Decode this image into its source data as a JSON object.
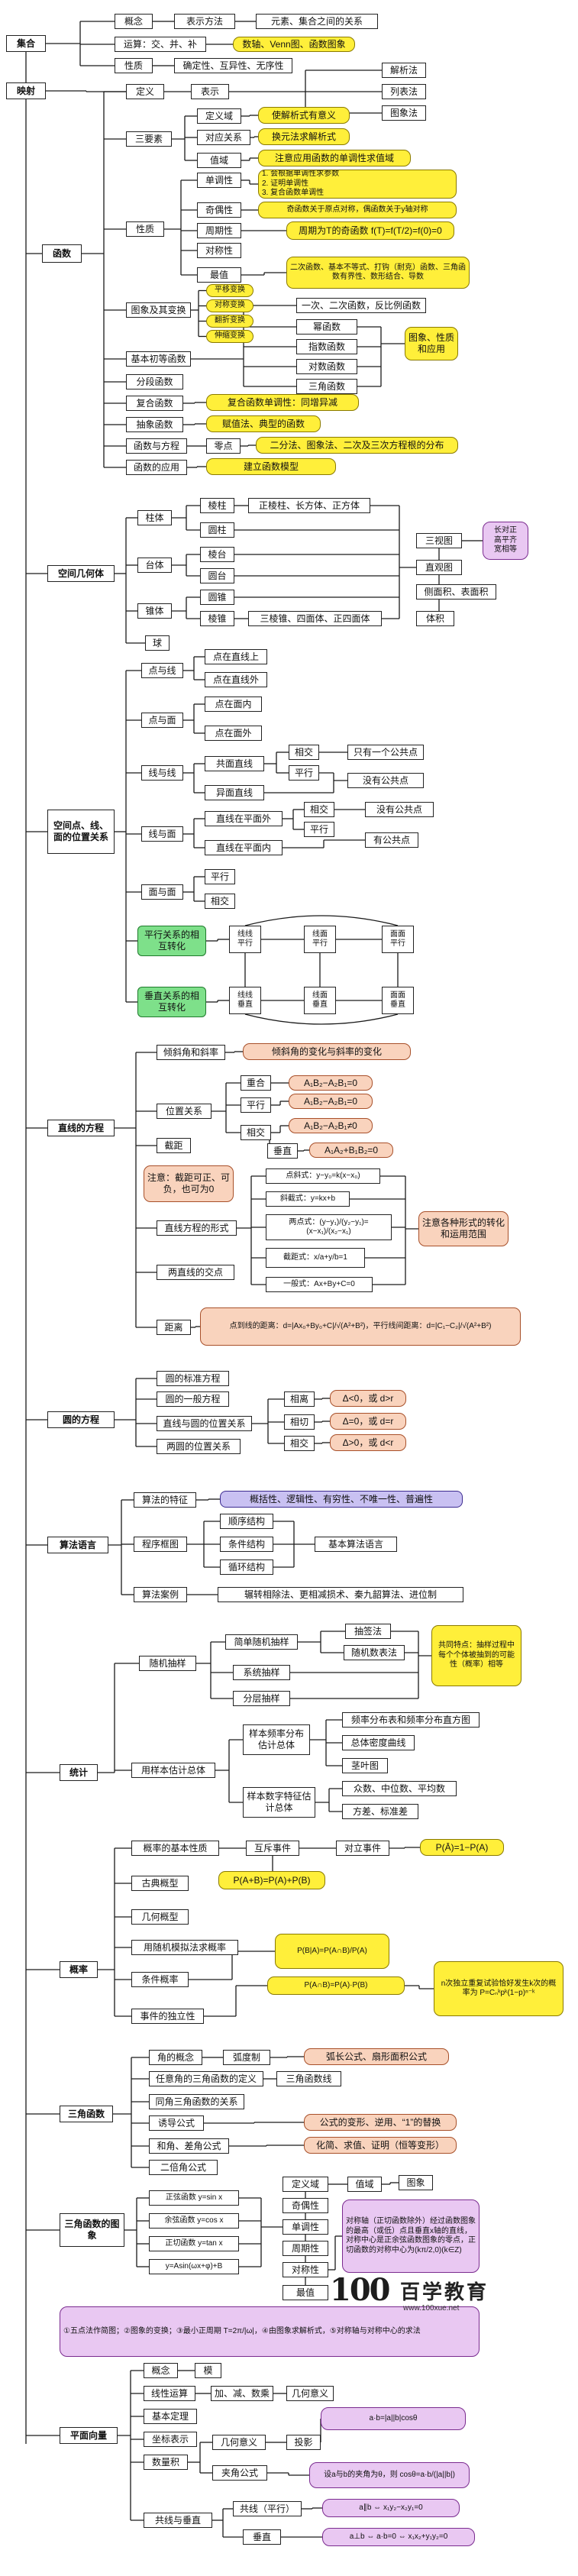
{
  "colors": {
    "yellow": "#ffef3a",
    "orange": "#f9d3bd",
    "pink": "#e9c8f2",
    "purple": "#c9c1f2",
    "green": "#7ee08a"
  },
  "logo": {
    "mark": "100",
    "brand": "百学教育",
    "url": "www.100xue.net"
  },
  "nodes": {
    "set": "集合",
    "set_concept": "概念",
    "set_repr": "表示方法",
    "set_repr_d": "元素、集合之间的关系",
    "set_ops": "运算：交、并、补",
    "set_ops_d": "数轴、Venn图、函数图象",
    "set_prop": "性质",
    "set_prop_d": "确定性、互异性、无序性",
    "mapping": "映射",
    "func": "函数",
    "f_def": "定义",
    "f_repr": "表示",
    "f_repr1": "解析法",
    "f_repr2": "列表法",
    "f_repr3": "图象法",
    "f_three": "三要素",
    "f_domain": "定义域",
    "f_domain_d": "使解析式有意义",
    "f_rule": "对应关系",
    "f_rule_d": "换元法求解析式",
    "f_range": "值域",
    "f_range_d": "注意应用函数的单调性求值域",
    "f_prop": "性质",
    "f_mono": "单调性",
    "f_mono_d": "1. 会根据单调性求参数\n2. 证明单调性\n3. 复合函数单调性",
    "f_parity": "奇偶性",
    "f_parity_d": "奇函数关于原点对称，偶函数关于y轴对称",
    "f_period": "周期性",
    "f_period_d": "周期为T的奇函数 f(T)=f(T/2)=f(0)=0",
    "f_sym": "对称性",
    "f_extreme": "最值",
    "f_extreme_d": "二次函数、基本不等式、打钩（耐克）函数、三角函数有界性、数形结合、导数",
    "f_graph": "图象及其变换",
    "f_g1": "平移变换",
    "f_g2": "对称变换",
    "f_g3": "翻折变换",
    "f_g4": "伸缩变换",
    "f_basic": "基本初等函数",
    "f_b0": "一次、二次函数，反比例函数",
    "f_b1": "幂函数",
    "f_b2": "指数函数",
    "f_b3": "对数函数",
    "f_b4": "三角函数",
    "f_b_d": "图象、性质和应用",
    "f_piece": "分段函数",
    "f_comp": "复合函数",
    "f_comp_d": "复合函数单调性：同增异减",
    "f_abs": "抽象函数",
    "f_abs_d": "赋值法、典型的函数",
    "f_eq": "函数与方程",
    "f_zero": "零点",
    "f_zero_d": "二分法、图象法、二次及三次方程根的分布",
    "f_app": "函数的应用",
    "f_app_d": "建立函数模型",
    "geo": "空间几何体",
    "g_prism": "柱体",
    "g_prism_d": "棱柱",
    "g_prism_d2": "正棱柱、长方体、正方体",
    "g_cyl": "圆柱",
    "g_frust": "台体",
    "g_frust1": "棱台",
    "g_frust2": "圆台",
    "g_pyr": "锥体",
    "g_cone": "圆锥",
    "g_pyr2": "棱锥",
    "g_pyr2_d": "三棱锥、四面体、正四面体",
    "g_sphere": "球",
    "g_three": "三视图",
    "g_three_d": "长对正\n高平齐\n宽相等",
    "g_direct": "直观图",
    "g_lat": "侧面积、表面积",
    "g_vol": "体积",
    "sp": "空间点、线、面的位置关系",
    "sp_pl": "点与线",
    "sp_pl1": "点在直线上",
    "sp_pl2": "点在直线外",
    "sp_pp": "点与面",
    "sp_pp1": "点在面内",
    "sp_pp2": "点在面外",
    "sp_ll": "线与线",
    "sp_ll1": "共面直线",
    "sp_ll1a": "相交",
    "sp_ll1a_d": "只有一个公共点",
    "sp_ll1b": "平行",
    "sp_ll1b_d": "没有公共点",
    "sp_ll2": "异面直线",
    "sp_lp": "线与面",
    "sp_lp1": "直线在平面外",
    "sp_lp1a": "相交",
    "sp_lp1a_d": "没有公共点",
    "sp_lp1b": "平行",
    "sp_lp2": "直线在平面内",
    "sp_lp2_d": "有公共点",
    "sp_ff": "面与面",
    "sp_ff1": "平行",
    "sp_ff2": "相交",
    "sp_par": "平行关系的相互转化",
    "sp_par1": "线线\n平行",
    "sp_par2": "线面\n平行",
    "sp_par3": "面面\n平行",
    "sp_perp": "垂直关系的相互转化",
    "sp_perp1": "线线\n垂直",
    "sp_perp2": "线面\n垂直",
    "sp_perp3": "面面\n垂直",
    "line": "直线的方程",
    "ln_ang": "倾斜角和斜率",
    "ln_ang_d": "倾斜角的变化与斜率的变化",
    "ln_pos": "位置关系",
    "ln_pos1": "重合",
    "ln_pos1_d": "A₁B₂−A₂B₁=0",
    "ln_pos2": "平行",
    "ln_pos2_d": "A₁B₂−A₂B₁=0",
    "ln_pos3": "相交",
    "ln_pos3_d": "A₁B₂−A₂B₁≠0",
    "ln_pos4": "垂直",
    "ln_pos4_d": "A₁A₂+B₁B₂=0",
    "ln_int": "截距",
    "ln_int_d": "注意：截距可正、可负，也可为0",
    "ln_form": "直线方程的形式",
    "ln_f1": "点斜式：y−y₀=k(x−x₀)",
    "ln_f2": "斜截式：y=kx+b",
    "ln_f3": "两点式：(y−y₁)/(y₂−y₁)=(x−x₁)/(x₂−x₁)",
    "ln_f4": "截距式：x/a+y/b=1",
    "ln_f5": "一般式：Ax+By+C=0",
    "ln_f_d": "注意各种形式的转化和运用范围",
    "ln_inter": "两直线的交点",
    "ln_dist": "距离",
    "ln_dist_d": "点到线的距离：d=|Ax₀+By₀+C|/√(A²+B²)，平行线间距离：d=|C₁−C₂|/√(A²+B²)",
    "circ": "圆的方程",
    "c_std": "圆的标准方程",
    "c_gen": "圆的一般方程",
    "c_lc": "直线与圆的位置关系",
    "c_lc1": "相离",
    "c_lc1_d": "Δ<0，或 d>r",
    "c_lc2": "相切",
    "c_lc2_d": "Δ=0，或 d=r",
    "c_lc3": "相交",
    "c_lc3_d": "Δ>0，或 d<r",
    "c_cc": "两圆的位置关系",
    "alg": "算法语言",
    "a_feat": "算法的特征",
    "a_feat_d": "概括性、逻辑性、有穷性、不唯一性、普遍性",
    "a_flow": "程序框图",
    "a_flow1": "顺序结构",
    "a_flow2": "条件结构",
    "a_flow3": "循环结构",
    "a_flow_d": "基本算法语言",
    "a_case": "算法案例",
    "a_case_d": "辗转相除法、更相减损术、秦九韶算法、进位制",
    "stat": "统计",
    "st_rand": "随机抽样",
    "st_simple": "简单随机抽样",
    "st_lot": "抽签法",
    "st_rnd": "随机数表法",
    "st_sys": "系统抽样",
    "st_strat": "分层抽样",
    "st_note": "共同特点：抽样过程中每个个体被抽到的可能性（概率）相等",
    "st_est": "用样本估计总体",
    "st_dist": "样本频率分布估计总体",
    "st_d1": "频率分布表和频率分布直方图",
    "st_d2": "总体密度曲线",
    "st_d3": "茎叶图",
    "st_num": "样本数字特征估计总体",
    "st_n1": "众数、中位数、平均数",
    "st_n2": "方差、标准差",
    "prob": "概率",
    "p_basic": "概率的基本性质",
    "p_mutex": "互斥事件",
    "p_opp": "对立事件",
    "p_opp_d": "P(Ā)=1−P(A)",
    "p_add": "P(A+B)=P(A)+P(B)",
    "p_class": "古典概型",
    "p_geom": "几何概型",
    "p_sim": "用随机模拟法求概率",
    "p_cond": "条件概率",
    "p_cond_d": "P(B|A)=P(A∩B)/P(A)",
    "p_ind": "事件的独立性",
    "p_ind_d": "P(A∩B)=P(A)·P(B)",
    "p_bin": "n次独立重复试验恰好发生k次的概率为 P=Cₙᵏpᵏ(1−p)ⁿ⁻ᵏ",
    "tri": "三角函数",
    "t_angle": "角的概念",
    "t_rad": "弧度制",
    "t_rad_d": "弧长公式、扇形面积公式",
    "t_any": "任意角的三角函数的定义",
    "t_circle": "三角函数线",
    "t_rel": "同角三角函数的关系",
    "t_ind": "诱导公式",
    "t_ind_d": "公式的变形、逆用、“1”的替换",
    "t_sum": "和角、差角公式",
    "t_double": "二倍角公式",
    "t_dd": "化简、求值、证明（恒等变形）",
    "t_graph": "三角函数的图象",
    "t_sin": "正弦函数 y=sin x",
    "t_cos": "余弦函数 y=cos x",
    "t_tan": "正切函数 y=tan x",
    "t_gen": "y=Asin(ωx+φ)+B",
    "t_p1": "定义域",
    "t_p2": "值域",
    "t_p2_d": "图象",
    "t_p3": "奇偶性",
    "t_p4": "单调性",
    "t_p5": "周期性",
    "t_p6": "对称性",
    "t_p7": "最值",
    "t_sym_d": "对称轴（正切函数除外）经过函数图象的最高（或低）点且垂直x轴的直线，对称中心是正余弦函数图象的零点，正切函数的对称中心为(kπ/2,0)(k∈Z)",
    "t_note": "①五点法作简图；②图象的变换；③最小正周期 T=2π/|ω|，④由图象求解析式，⑤对称轴与对称中心的求法",
    "vec": "平面向量",
    "v_con": "概念",
    "v_mod": "模",
    "v_lin": "线性运算",
    "v_lin_d": "加、减、数乘",
    "v_geo": "几何意义",
    "v_thm": "基本定理",
    "v_coord": "坐标表示",
    "v_dot": "数量积",
    "v_dot1": "几何意义",
    "v_dot2": "投影",
    "v_dot_d": "a·b=|a||b|cosθ",
    "v_ang": "夹角公式",
    "v_ang_d": "设a与b的夹角为θ，则 cosθ=a·b/(|a||b|)",
    "v_col": "共线与垂直",
    "v_par": "共线（平行）",
    "v_par_d": "a∥b ⇔ x₁y₂−x₂y₁=0",
    "v_perp": "垂直",
    "v_perp_d": "a⊥b ⇔ a·b=0 ⇔ x₁x₂+y₁y₂=0"
  }
}
